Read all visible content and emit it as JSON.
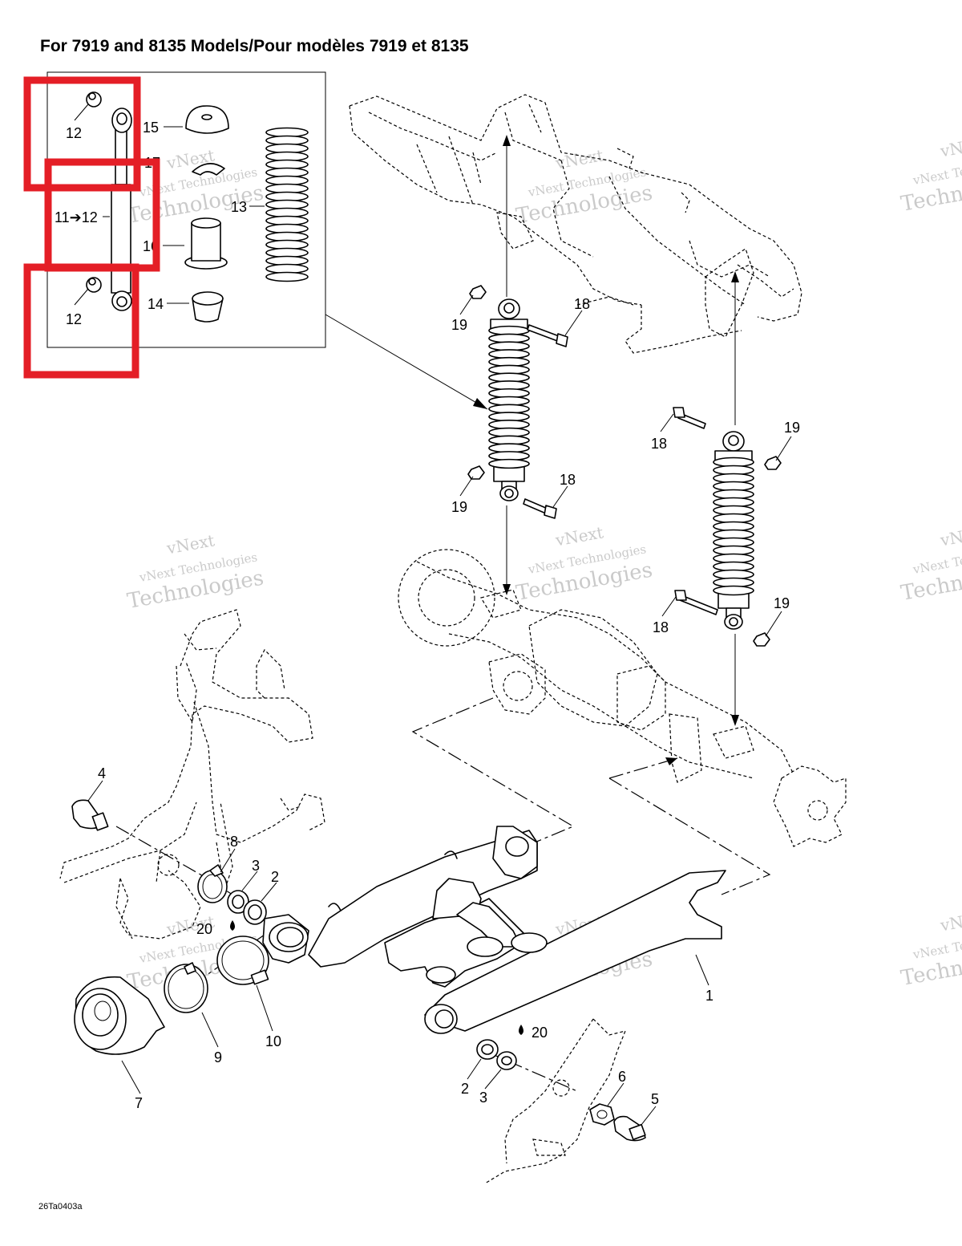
{
  "title": "For 7919 and 8135 Models/Pour modèles 7919 et 8135",
  "drawing_code": "26Ta0403a",
  "watermark": {
    "line1": "vNext",
    "line2": "vNext Technologies",
    "line3": "Technologies"
  },
  "inset_labels": {
    "p12_top": "12",
    "p11_12": "11➔12",
    "p12_bottom": "12",
    "p15": "15",
    "p17": "17",
    "p16": "16",
    "p13": "13",
    "p14": "14"
  },
  "labels": {
    "p18_a": "18",
    "p19_a": "19",
    "p18_b": "18",
    "p19_b": "19",
    "p18_c": "18",
    "p19_c": "19",
    "p18_d": "18",
    "p19_d": "19",
    "p4": "4",
    "p8": "8",
    "p3_a": "3",
    "p2_a": "2",
    "p20_a": "20",
    "p1": "1",
    "p7": "7",
    "p9": "9",
    "p10": "10",
    "p20_b": "20",
    "p2_b": "2",
    "p3_b": "3",
    "p6": "6",
    "p5": "5"
  },
  "highlight_color": "#e41e26"
}
